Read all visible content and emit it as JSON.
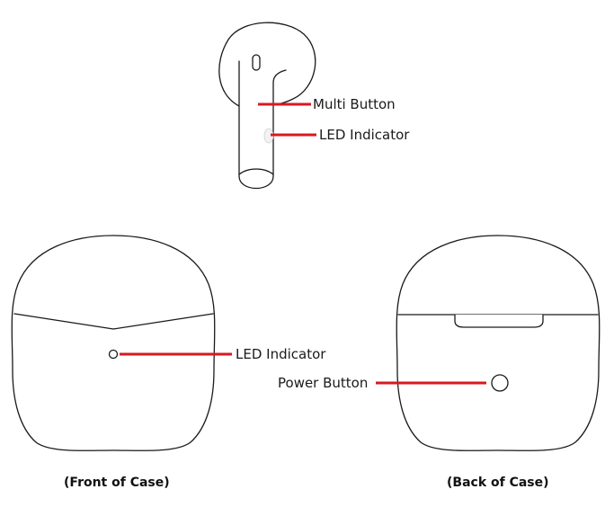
{
  "colors": {
    "leader_line": "#d71920",
    "outline": "#1a1a1a",
    "led_fill": "#f2f2f2"
  },
  "earbud": {
    "multi_button_label": "Multi Button",
    "led_indicator_label": "LED Indicator"
  },
  "front_case": {
    "led_indicator_label": "LED Indicator",
    "caption": "(Front of Case)"
  },
  "back_case": {
    "power_button_label": "Power Button",
    "caption": "(Back of Case)"
  }
}
